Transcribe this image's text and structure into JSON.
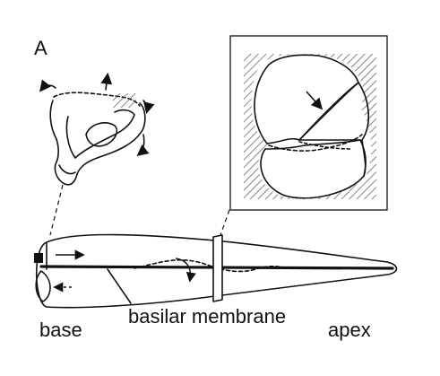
{
  "figure": {
    "panel_letter": "A",
    "labels": {
      "base": "base",
      "basilar_membrane": "basilar membrane",
      "apex": "apex"
    }
  },
  "colors": {
    "ink": "#111111",
    "background": "#ffffff",
    "hatch": "#555555"
  },
  "icons": {
    "stapes": "stapes-drawing",
    "cross_section": "cochlear-cross-section",
    "cochlea": "unrolled-cochlea"
  }
}
